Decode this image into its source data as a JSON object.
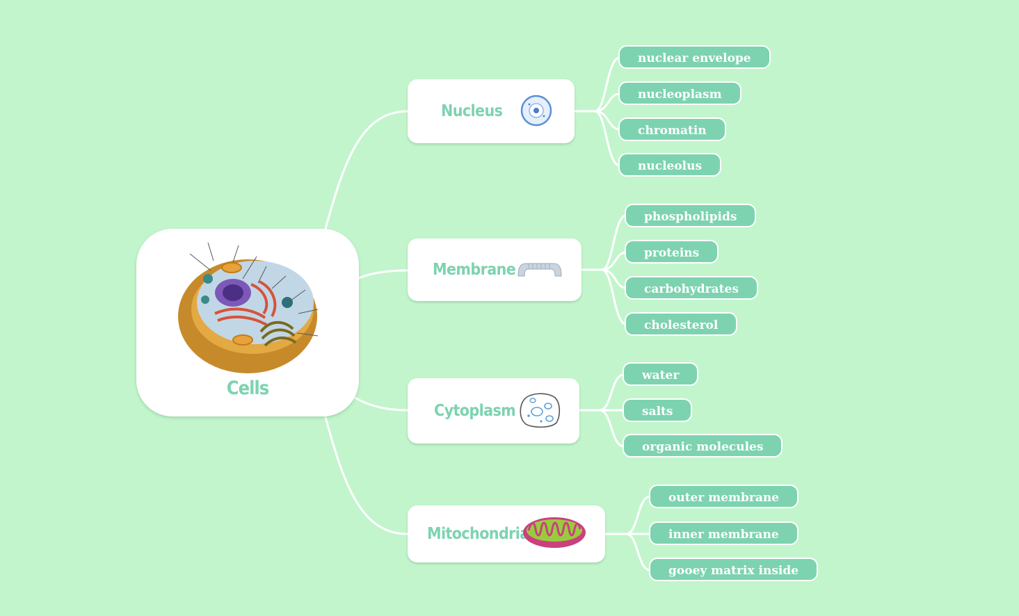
{
  "root": {
    "label": "Cells",
    "icon": "animal-cell-illustration"
  },
  "colors": {
    "background": "#c2f5cc",
    "accent": "#7dd3b0",
    "connector": "#ffffff"
  },
  "topics": [
    {
      "label": "Nucleus",
      "icon": "nucleus-icon",
      "subtopics": [
        "nuclear envelope",
        "nucleoplasm",
        "chromatin",
        "nucleolus"
      ]
    },
    {
      "label": "Membrane",
      "icon": "membrane-icon",
      "subtopics": [
        "phospholipids",
        "proteins",
        "carbohydrates",
        "cholesterol"
      ]
    },
    {
      "label": "Cytoplasm",
      "icon": "cytoplasm-icon",
      "subtopics": [
        "water",
        "salts",
        "organic molecules"
      ]
    },
    {
      "label": "Mitochondria",
      "icon": "mitochondria-icon",
      "subtopics": [
        "outer membrane",
        "inner membrane",
        "gooey matrix inside"
      ]
    }
  ]
}
